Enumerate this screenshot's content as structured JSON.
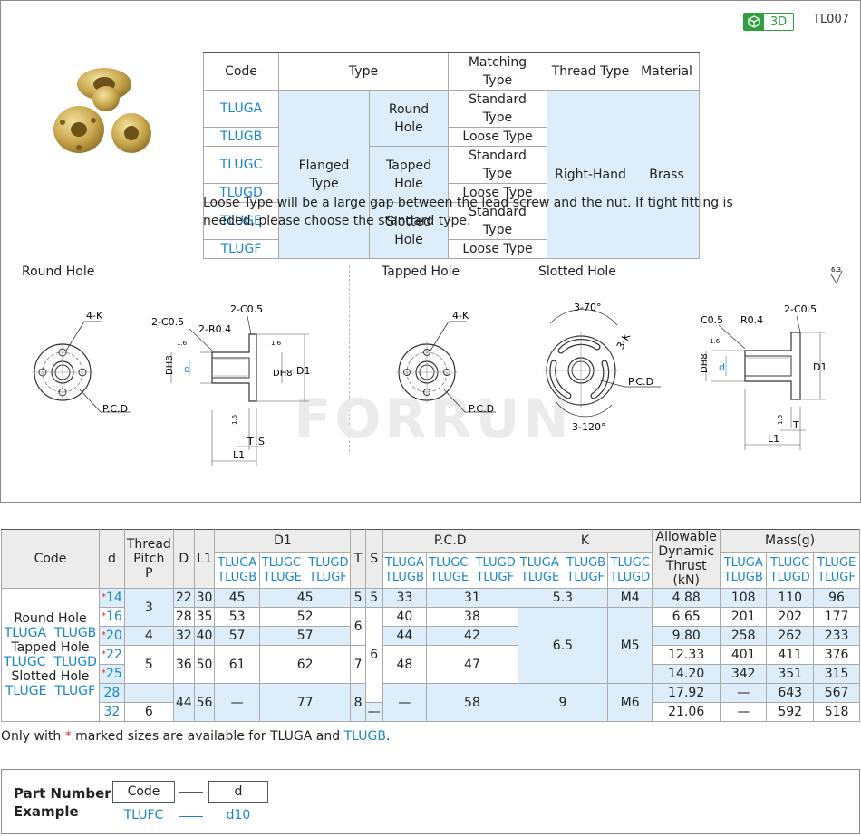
{
  "header": {
    "badge_3d": "3D",
    "code_id": "TL007"
  },
  "spec_table": {
    "headers": [
      "Code",
      "Type",
      "Matching Type",
      "Thread Type",
      "Material"
    ],
    "codes": [
      "TLUGA",
      "TLUGB",
      "TLUGC",
      "TLUGD",
      "TLUGE",
      "TLUGF"
    ],
    "type": "Flanged Type",
    "hole_types": [
      "Round Hole",
      "Tapped Hole",
      "Slotted Hole"
    ],
    "matching": [
      "Standard Type",
      "Loose Type",
      "Standard Type",
      "Loose Type",
      "Standard Type",
      "Loose Type"
    ],
    "thread": "Right-Hand",
    "material": "Brass"
  },
  "note": "Loose Type will be a large gap between the lead screw and the nut. If tight fitting is needed, please choose the standard type.",
  "drawings": {
    "round_hole": "Round Hole",
    "tapped_hole": "Tapped Hole",
    "slotted_hole": "Slotted Hole",
    "roughness": "6.3",
    "labels": {
      "k4": "4-K",
      "pcd": "P.C.D",
      "c05x2": "2-C0.5",
      "r04x2": "2-R0.4",
      "c05": "C0.5",
      "r04": "R0.4",
      "dh8": "DH8",
      "d": "d",
      "d1": "D1",
      "t": "T",
      "s": "S",
      "l1": "L1",
      "a370": "3-70°",
      "k3": "3-K",
      "a3120": "3-120°",
      "r16": "1.6"
    },
    "watermark": "FORRUN"
  },
  "dim_table": {
    "head": {
      "code": "Code",
      "d": "d",
      "thread_pitch": [
        "Thread",
        "Pitch",
        "P"
      ],
      "D": "D",
      "L1": "L1",
      "D1": "D1",
      "T": "T",
      "S": "S",
      "pcd": "P.C.D",
      "K": "K",
      "thrust": [
        "Allowable",
        "Dynamic",
        "Thrust (kN)"
      ],
      "mass": "Mass(g)",
      "sub_ab": [
        "TLUGA",
        "TLUGB"
      ],
      "sub_cdef": [
        "TLUGC",
        "TLUGD",
        "TLUGE",
        "TLUGF"
      ],
      "sub_ce": [
        "TLUGC",
        "TLUGE"
      ],
      "sub_df": [
        "TLUGD",
        "TLUGF"
      ],
      "sub_ef": [
        "TLUGE",
        "TLUGF"
      ],
      "sub_cd": [
        "TLUGC",
        "TLUGD"
      ]
    },
    "code_cell": {
      "round": "Round Hole",
      "round_codes": "TLUGA  TLUGB",
      "tapped": "Tapped Hole",
      "tapped_codes": "TLUGC  TLUGD",
      "slotted": "Slotted Hole",
      "slotted_codes": "TLUGE  TLUGF"
    },
    "star": "*",
    "d_values": [
      "14",
      "16",
      "20",
      "22",
      "25",
      "28",
      "32"
    ],
    "pitch": [
      "3",
      "4",
      "5",
      "6"
    ],
    "D": [
      "22",
      "28",
      "32",
      "36",
      "44"
    ],
    "L1": [
      "30",
      "35",
      "40",
      "50",
      "56"
    ],
    "D1_ab": [
      "45",
      "53",
      "57",
      "61",
      "—"
    ],
    "D1_cdef": [
      "45",
      "52",
      "57",
      "62",
      "77"
    ],
    "T": [
      "5",
      "6",
      "7",
      "8"
    ],
    "S": [
      "5",
      "6",
      "—"
    ],
    "pcd_ab": [
      "33",
      "40",
      "44",
      "48",
      "—"
    ],
    "pcd_cdef": [
      "31",
      "38",
      "42",
      "47",
      "58"
    ],
    "K_slot": [
      "5.3",
      "6.5",
      "9"
    ],
    "K_tap": [
      "M4",
      "M5",
      "M6"
    ],
    "thrust": [
      "4.88",
      "6.65",
      "9.80",
      "12.33",
      "14.20",
      "17.92",
      "21.06"
    ],
    "mass_ab": [
      "108",
      "201",
      "258",
      "401",
      "342",
      "—",
      "—"
    ],
    "mass_cd": [
      "110",
      "202",
      "262",
      "411",
      "351",
      "643",
      "592"
    ],
    "mass_ef": [
      "96",
      "177",
      "233",
      "376",
      "315",
      "567",
      "518"
    ]
  },
  "availability": {
    "prefix": "Only with",
    "star": "*",
    "middle": "marked sizes are available for TLUGA and",
    "tail_code": "TLUGB",
    "end": "."
  },
  "part_number": {
    "label_1": "Part Number",
    "label_2": "Example",
    "code_label": "Code",
    "d_label": "d",
    "example_code": "TLUFC",
    "example_d": "d10"
  }
}
